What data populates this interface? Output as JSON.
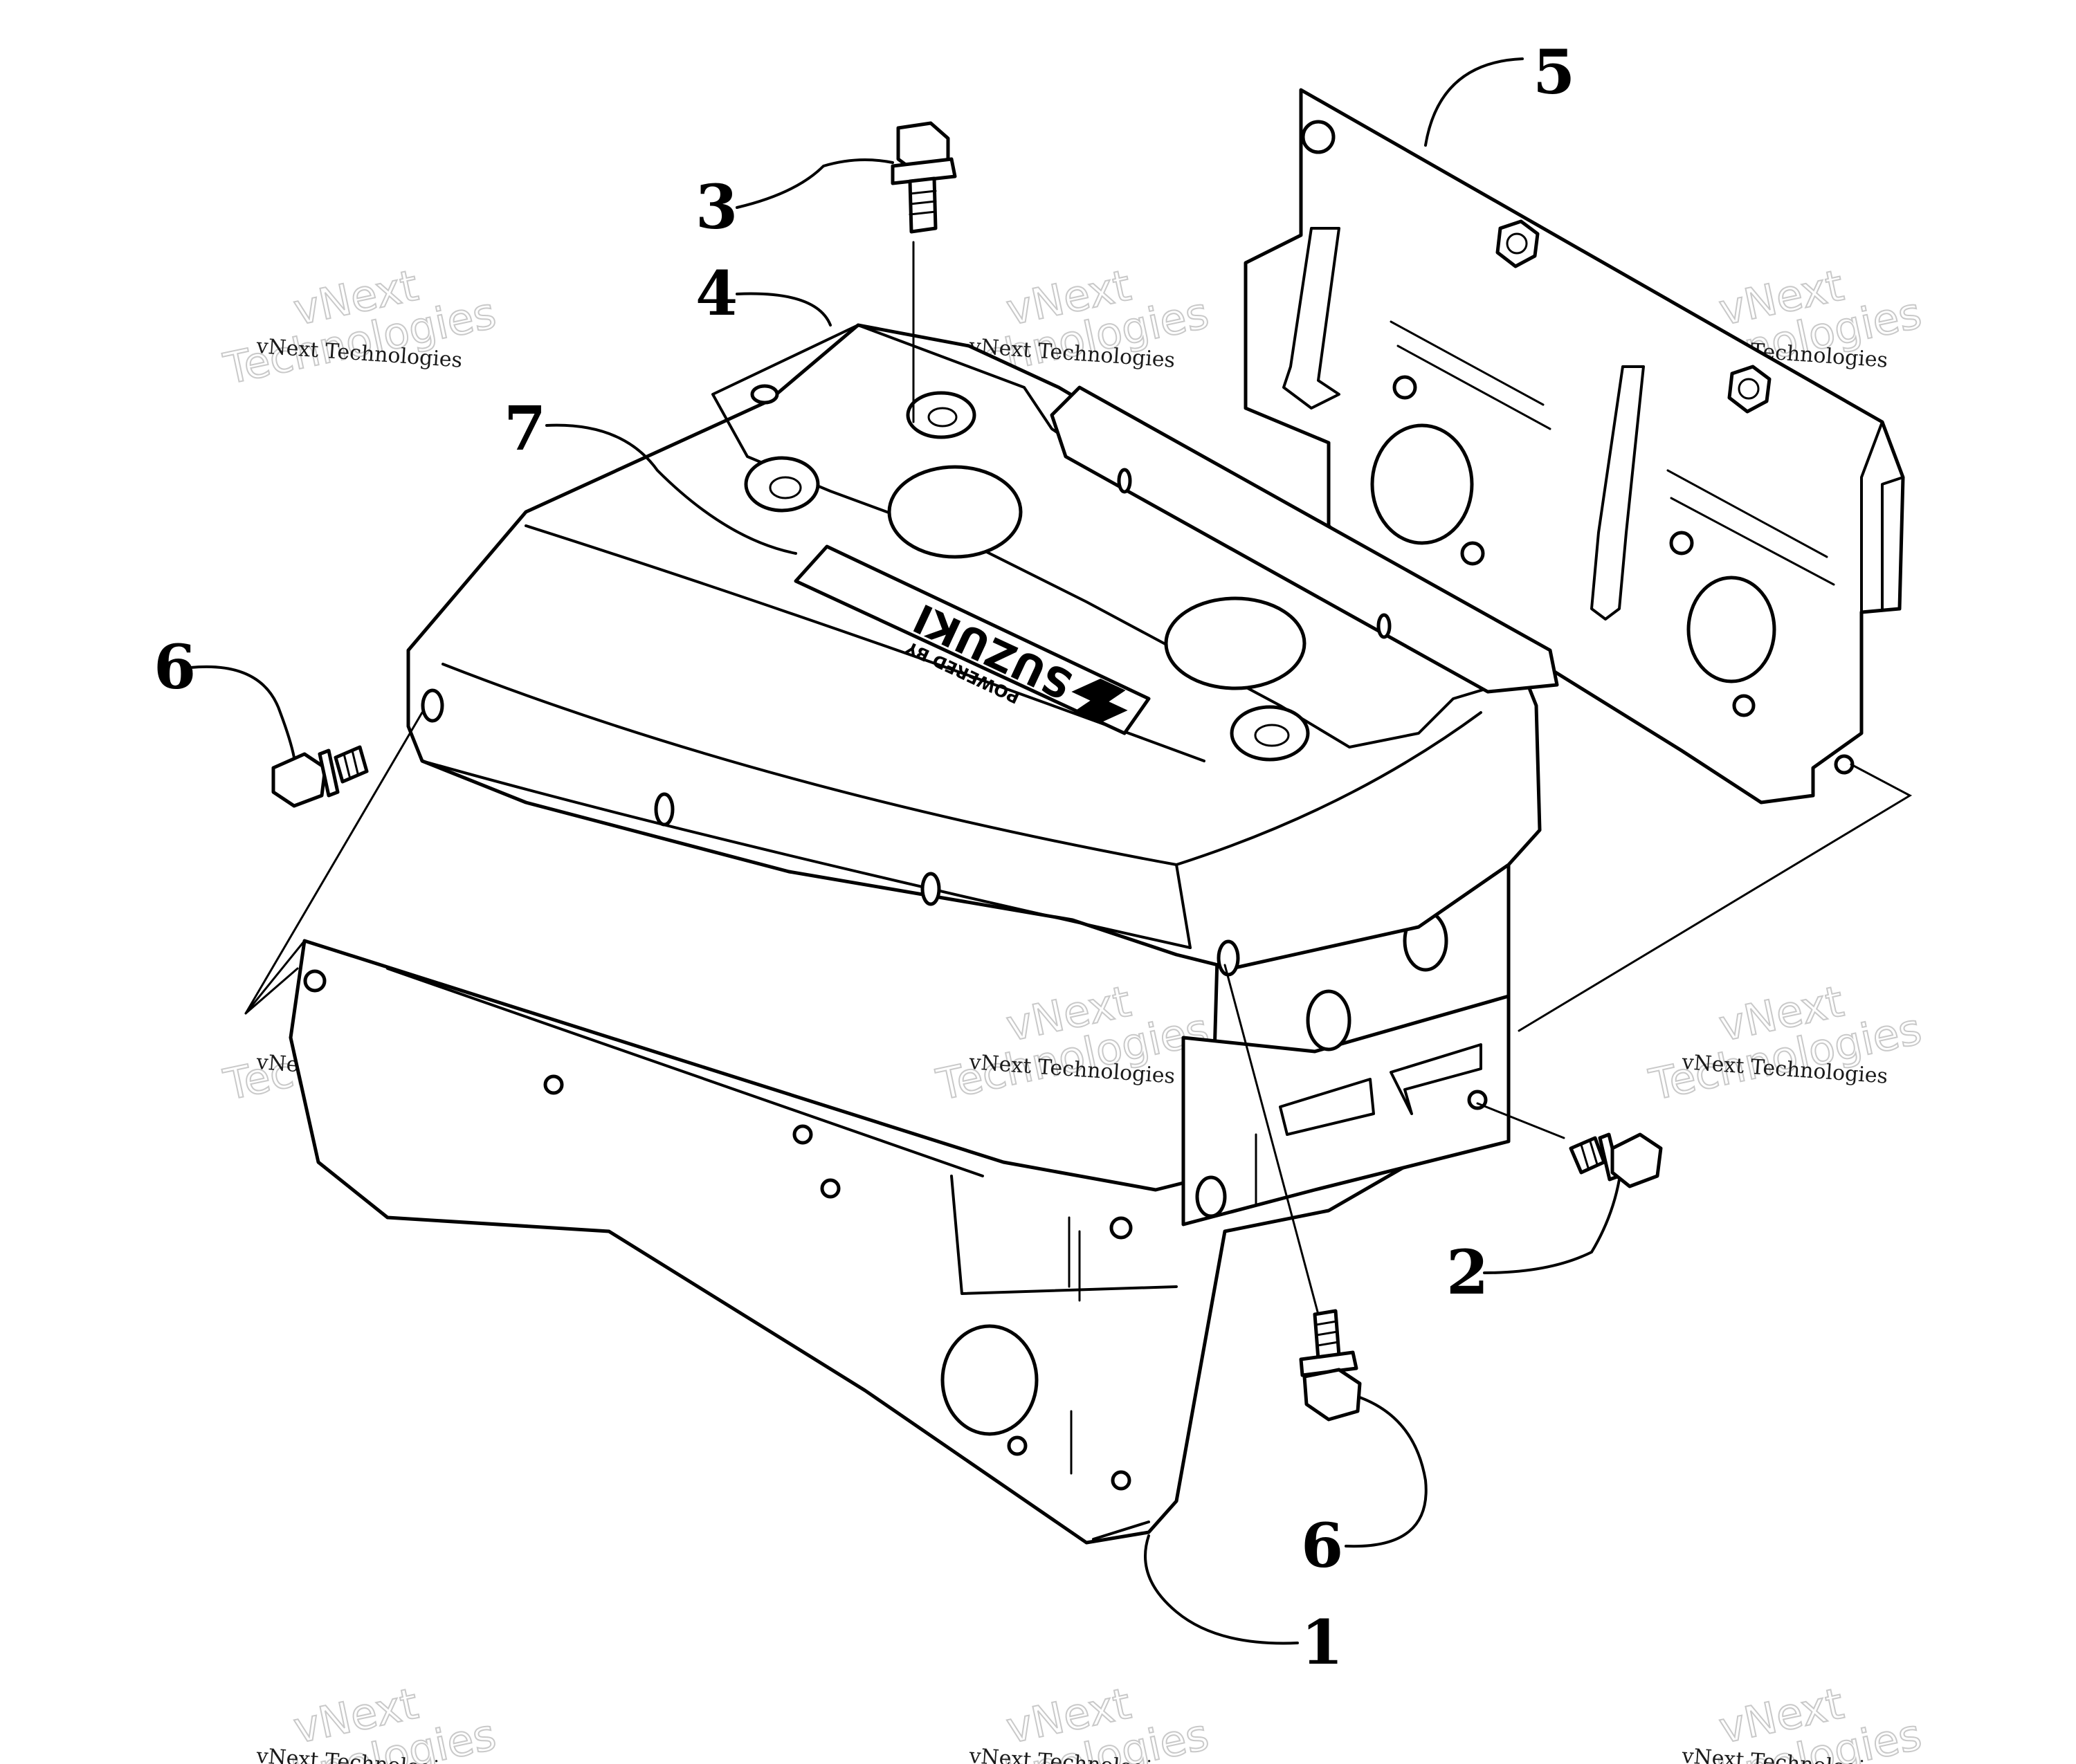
{
  "diagram": {
    "callouts": [
      "5",
      "3",
      "4",
      "7",
      "6",
      "2",
      "6",
      "1"
    ],
    "logo": {
      "brand": "SUZUKI",
      "tagline": "POWERED BY"
    },
    "watermark": {
      "line1": "vNext Technologies",
      "line2": "vNext",
      "line3": "Technologies"
    }
  }
}
